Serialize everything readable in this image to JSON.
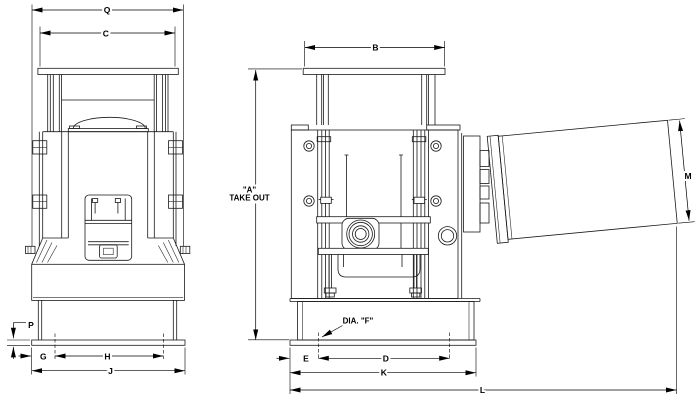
{
  "drawing": {
    "colors": {
      "background": "#ffffff",
      "line": "#1a1a1a"
    },
    "dimensions": {
      "q": "Q",
      "c": "C",
      "b": "B",
      "m": "M",
      "p": "P",
      "g": "G",
      "h": "H",
      "j": "J",
      "e": "E",
      "d": "D",
      "k": "K",
      "l": "L"
    },
    "annotations": {
      "takeout_line1": "\"A\"",
      "takeout_line2": "TAKE OUT",
      "dia_f": "DIA. \"F\""
    }
  }
}
